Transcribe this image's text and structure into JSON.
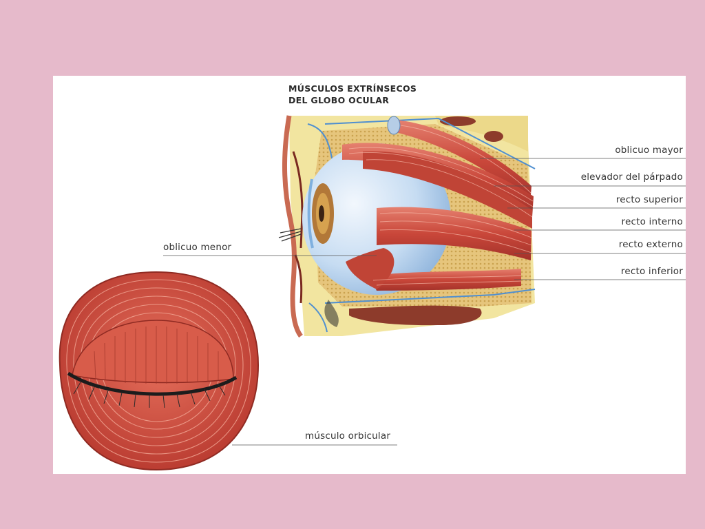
{
  "diagram": {
    "title_line1": "MÚSCULOS EXTRÍNSECOS",
    "title_line2": "DEL GLOBO OCULAR",
    "labels": {
      "oblicuo_mayor": "oblicuo mayor",
      "elevador_parpado": "elevador del párpado",
      "recto_superior": "recto superior",
      "recto_interno": "recto interno",
      "recto_externo": "recto externo",
      "recto_inferior": "recto inferior",
      "oblicuo_menor": "oblicuo menor",
      "musculo_orbicular": "músculo orbicular"
    }
  },
  "colors": {
    "background": "#e6bacb",
    "panel": "#ffffff",
    "muscle": "#c94a3c",
    "fat": "#e3c27a",
    "eyeball": "#b7d3ef",
    "tissue": "#f3e6a2"
  }
}
